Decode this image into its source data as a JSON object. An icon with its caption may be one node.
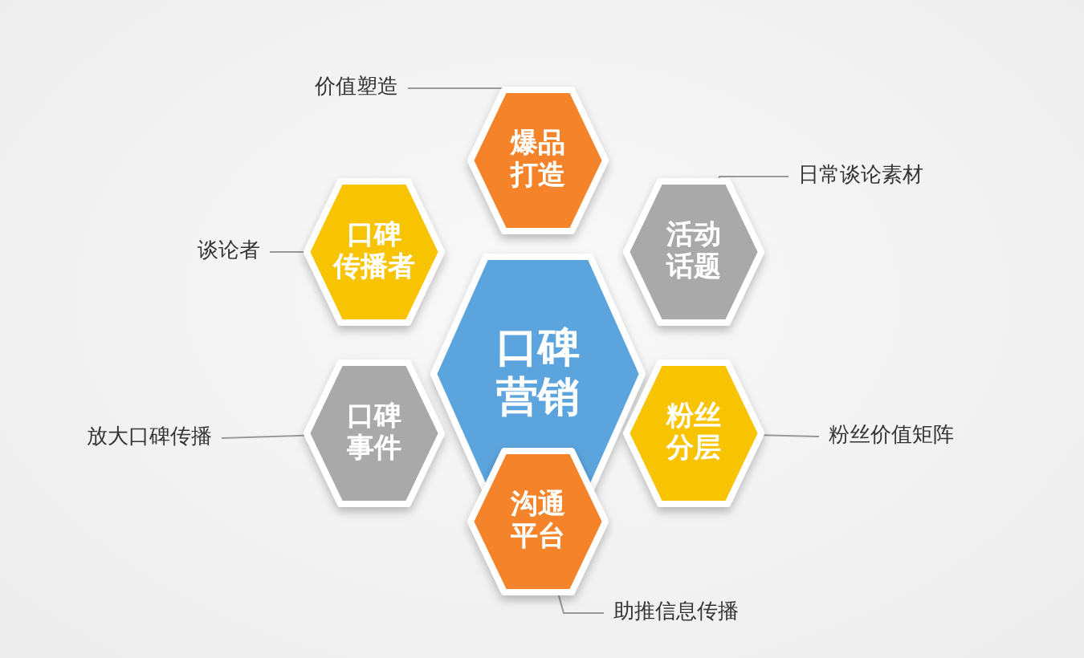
{
  "diagram": {
    "nodes": [
      {
        "text": [
          "口碑营销"
        ]
      },
      {
        "text": [
          "爆品打造"
        ]
      },
      {
        "text": [
          "活动话题"
        ]
      },
      {
        "text": [
          "粉丝分层"
        ]
      },
      {
        "text": [
          "沟通平台"
        ]
      },
      {
        "text": [
          "口碑事件"
        ]
      },
      {
        "text": [
          "口碑传播者"
        ]
      },
      {
        "text": [
          "价值塑造"
        ]
      },
      {
        "text": [
          "日常谈论素材"
        ]
      },
      {
        "text": [
          "粉丝价值矩阵"
        ]
      },
      {
        "text": [
          "助推信息传播"
        ]
      },
      {
        "text": [
          "放大口碑传播"
        ]
      },
      {
        "text": [
          "谈论者"
        ]
      }
    ],
    "edges": [
      {
        "from": 7,
        "to": 1,
        "arrow": "none"
      },
      {
        "from": 8,
        "to": 2,
        "arrow": "none"
      },
      {
        "from": 9,
        "to": 3,
        "arrow": "none"
      },
      {
        "from": 10,
        "to": 4,
        "arrow": "none"
      },
      {
        "from": 11,
        "to": 5,
        "arrow": "none"
      },
      {
        "from": 12,
        "to": 6,
        "arrow": "none"
      }
    ]
  }
}
